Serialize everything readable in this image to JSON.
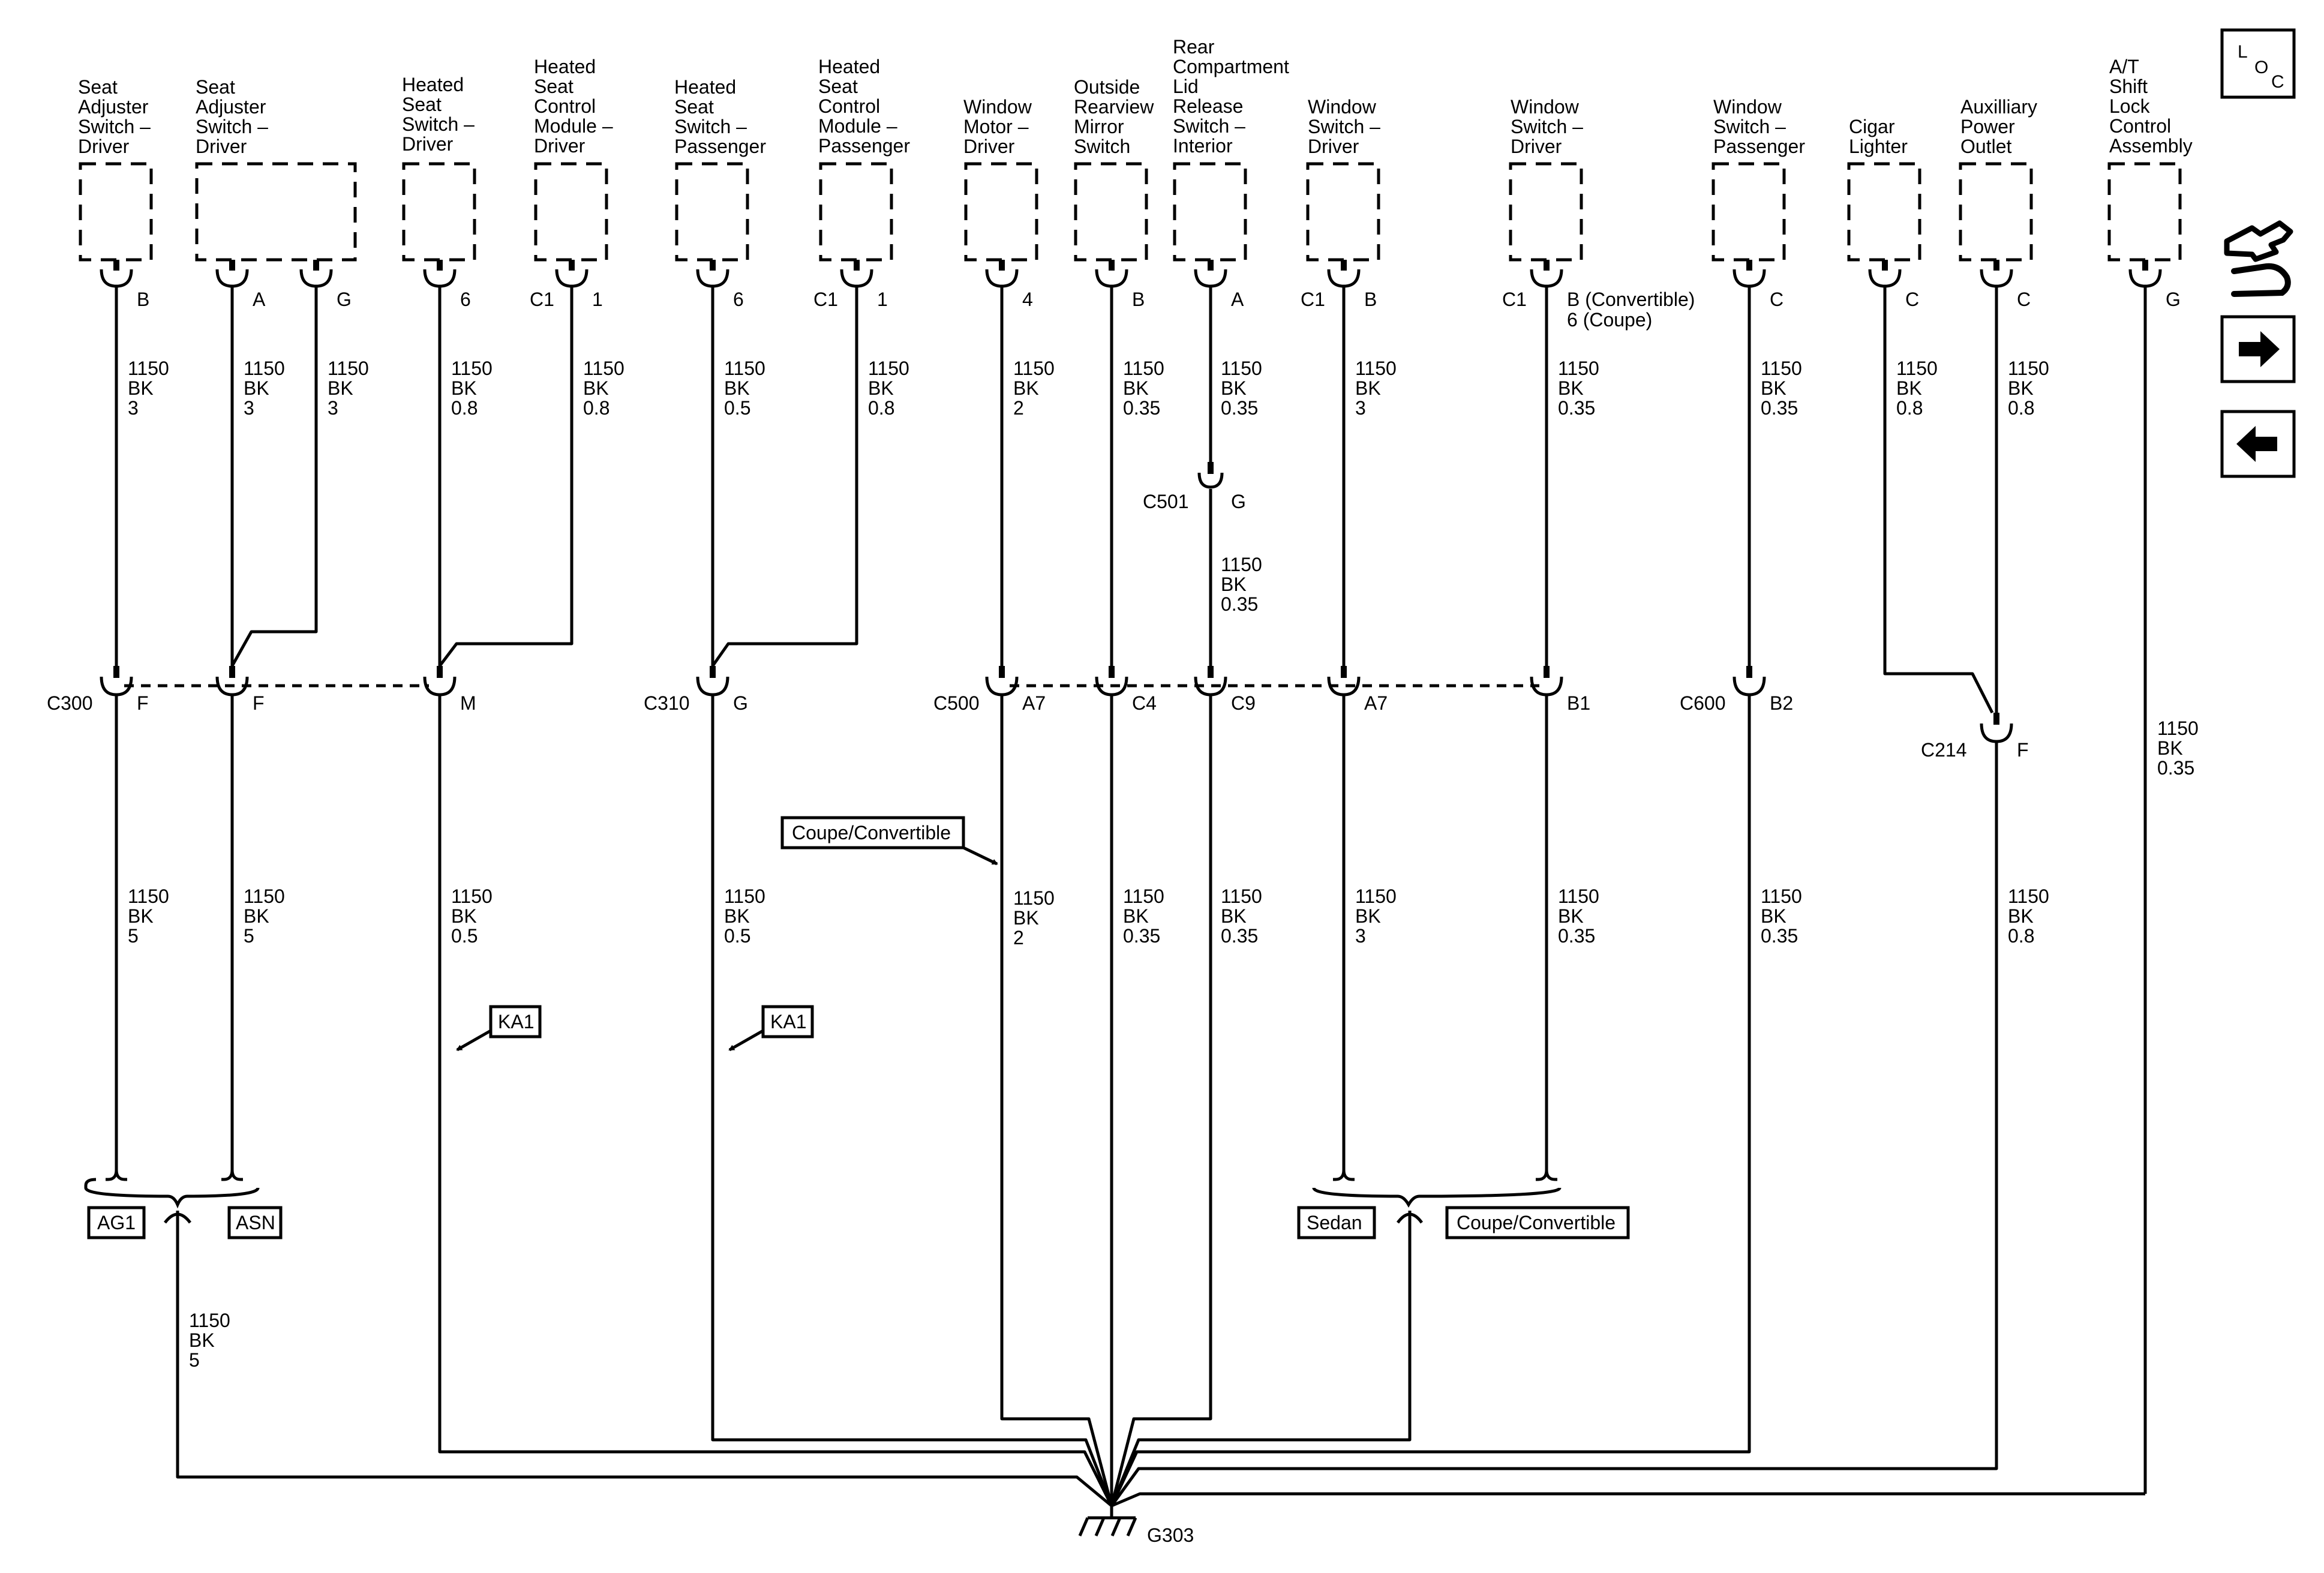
{
  "components": [
    {
      "id": "seat-adj-1",
      "lines": [
        "Seat",
        "Adjuster",
        "Switch –",
        "Driver"
      ]
    },
    {
      "id": "seat-adj-2",
      "lines": [
        "Seat",
        "Adjuster",
        "Switch –",
        "Driver"
      ]
    },
    {
      "id": "heated-sw-drv",
      "lines": [
        "Heated",
        "Seat",
        "Switch –",
        "Driver"
      ]
    },
    {
      "id": "heated-mod-drv",
      "lines": [
        "Heated",
        "Seat",
        "Control",
        "Module –",
        "Driver"
      ]
    },
    {
      "id": "heated-sw-pass",
      "lines": [
        "Heated",
        "Seat",
        "Switch –",
        "Passenger"
      ]
    },
    {
      "id": "heated-mod-pass",
      "lines": [
        "Heated",
        "Seat",
        "Control",
        "Module –",
        "Passenger"
      ]
    },
    {
      "id": "window-motor",
      "lines": [
        "Window",
        "Motor –",
        "Driver"
      ]
    },
    {
      "id": "mirror-sw",
      "lines": [
        "Outside",
        "Rearview",
        "Mirror",
        "Switch"
      ]
    },
    {
      "id": "lid-release",
      "lines": [
        "Rear",
        "Compartment",
        "Lid",
        "Release",
        "Switch –",
        "Interior"
      ]
    },
    {
      "id": "window-sw-1",
      "lines": [
        "Window",
        "Switch –",
        "Driver"
      ]
    },
    {
      "id": "window-sw-2",
      "lines": [
        "Window",
        "Switch –",
        "Driver"
      ]
    },
    {
      "id": "window-sw-pass",
      "lines": [
        "Window",
        "Switch –",
        "Passenger"
      ]
    },
    {
      "id": "cigar",
      "lines": [
        "Cigar",
        "Lighter"
      ]
    },
    {
      "id": "aux-outlet",
      "lines": [
        "Auxilliary",
        "Power",
        "Outlet"
      ]
    },
    {
      "id": "shift-lock",
      "lines": [
        "A/T",
        "Shift",
        "Lock",
        "Control",
        "Assembly"
      ]
    }
  ],
  "pins": [
    {
      "comp": 0,
      "label": "B",
      "connector": ""
    },
    {
      "comp": 1,
      "label": "A",
      "connector": ""
    },
    {
      "comp": 1,
      "label": "G",
      "connector": ""
    },
    {
      "comp": 2,
      "label": "6",
      "connector": ""
    },
    {
      "comp": 3,
      "label": "1",
      "connector": "C1"
    },
    {
      "comp": 4,
      "label": "6",
      "connector": ""
    },
    {
      "comp": 5,
      "label": "1",
      "connector": "C1"
    },
    {
      "comp": 6,
      "label": "4",
      "connector": ""
    },
    {
      "comp": 7,
      "label": "B",
      "connector": ""
    },
    {
      "comp": 8,
      "label": "A",
      "connector": ""
    },
    {
      "comp": 9,
      "label": "B",
      "connector": "C1"
    },
    {
      "comp": 10,
      "label": "B (Convertible)",
      "label2": "6 (Coupe)",
      "connector": "C1"
    },
    {
      "comp": 11,
      "label": "C",
      "connector": ""
    },
    {
      "comp": 12,
      "label": "C",
      "connector": ""
    },
    {
      "comp": 13,
      "label": "C",
      "connector": ""
    },
    {
      "comp": 14,
      "label": "G",
      "connector": ""
    }
  ],
  "upper_wires": [
    [
      "1150",
      "BK",
      "3"
    ],
    [
      "1150",
      "BK",
      "3"
    ],
    [
      "1150",
      "BK",
      "3"
    ],
    [
      "1150",
      "BK",
      "0.8"
    ],
    [
      "1150",
      "BK",
      "0.8"
    ],
    [
      "1150",
      "BK",
      "0.5"
    ],
    [
      "1150",
      "BK",
      "0.8"
    ],
    [
      "1150",
      "BK",
      "2"
    ],
    [
      "1150",
      "BK",
      "0.35"
    ],
    [
      "1150",
      "BK",
      "0.35"
    ],
    [
      "1150",
      "BK",
      "3"
    ],
    [
      "1150",
      "BK",
      "0.35"
    ],
    [
      "1150",
      "BK",
      "0.35"
    ],
    [
      "1150",
      "BK",
      "0.8"
    ],
    [
      "1150",
      "BK",
      "0.8"
    ]
  ],
  "inline_connectors": [
    {
      "name": "C501",
      "pin": "G"
    },
    {
      "name": "C300",
      "pin": "F"
    },
    {
      "name": "",
      "pin": "F"
    },
    {
      "name": "",
      "pin": "M"
    },
    {
      "name": "C310",
      "pin": "G"
    },
    {
      "name": "C500",
      "pin": "A7"
    },
    {
      "name": "",
      "pin": "C4"
    },
    {
      "name": "",
      "pin": "C9"
    },
    {
      "name": "",
      "pin": "A7"
    },
    {
      "name": "",
      "pin": "B1"
    },
    {
      "name": "C600",
      "pin": "B2"
    },
    {
      "name": "C214",
      "pin": "F"
    }
  ],
  "lid_wire": [
    "1150",
    "BK",
    "0.35"
  ],
  "shift_lock_wire": [
    "1150",
    "BK",
    "0.35"
  ],
  "lower_wires": [
    [
      "1150",
      "BK",
      "5"
    ],
    [
      "1150",
      "BK",
      "5"
    ],
    [
      "1150",
      "BK",
      "0.5"
    ],
    [
      "1150",
      "BK",
      "0.5"
    ],
    [
      "1150",
      "BK",
      "2"
    ],
    [
      "1150",
      "BK",
      "0.35"
    ],
    [
      "1150",
      "BK",
      "0.35"
    ],
    [
      "1150",
      "BK",
      "3"
    ],
    [
      "1150",
      "BK",
      "0.35"
    ],
    [
      "1150",
      "BK",
      "0.35"
    ],
    [
      "1150",
      "BK",
      "0.8"
    ]
  ],
  "merge_wire": [
    "1150",
    "BK",
    "5"
  ],
  "option_tags": [
    "AG1",
    "ASN",
    "KA1",
    "KA1",
    "Coupe/Convertible",
    "Sedan",
    "Coupe/Convertible"
  ],
  "ground": "G303",
  "nav": {
    "loc_l": "L",
    "loc_o": "O",
    "loc_c": "C"
  }
}
